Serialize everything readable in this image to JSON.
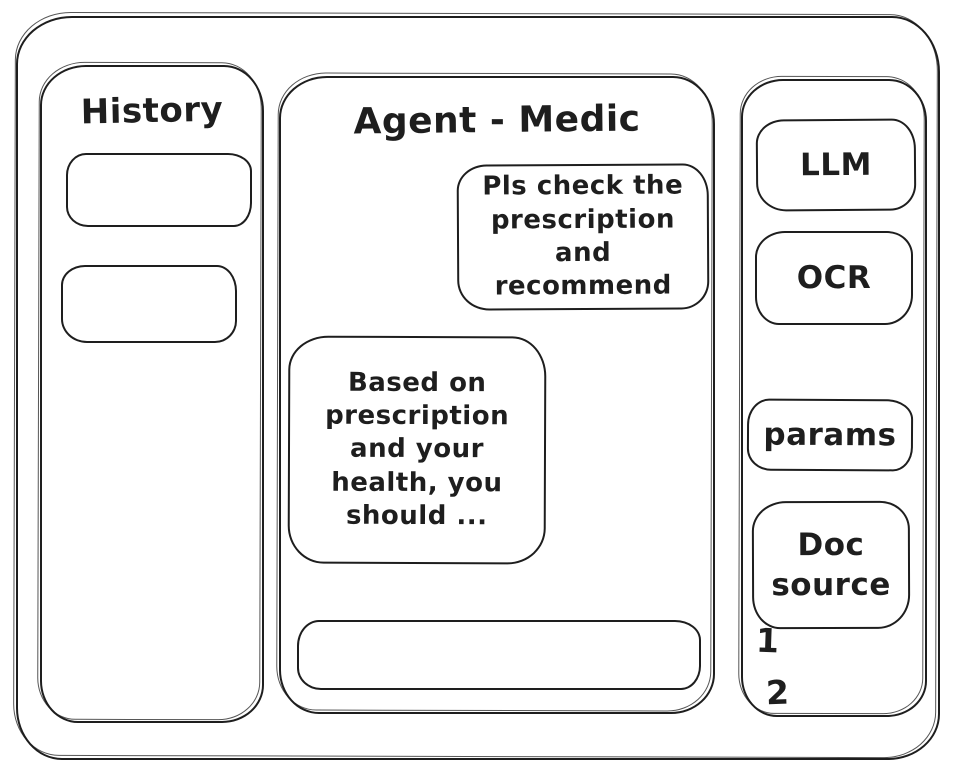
{
  "colors": {
    "ink": "#1e1e1e",
    "background": "#ffffff"
  },
  "history_panel": {
    "title": "History",
    "items": [
      {
        "label": ""
      },
      {
        "label": ""
      }
    ]
  },
  "chat_panel": {
    "title": "Agent - Medic",
    "messages": [
      {
        "role": "user",
        "text": "Pls check the prescription and recommend"
      },
      {
        "role": "assistant",
        "text": "Based on prescription and your health, you should ..."
      }
    ],
    "input": {
      "value": "",
      "placeholder": ""
    }
  },
  "tools_panel": {
    "buttons": [
      {
        "label": "LLM"
      },
      {
        "label": "OCR"
      },
      {
        "label": "params"
      },
      {
        "label": "Doc source"
      }
    ],
    "doc_source_items": [
      {
        "label": "1"
      },
      {
        "label": "2"
      }
    ]
  }
}
